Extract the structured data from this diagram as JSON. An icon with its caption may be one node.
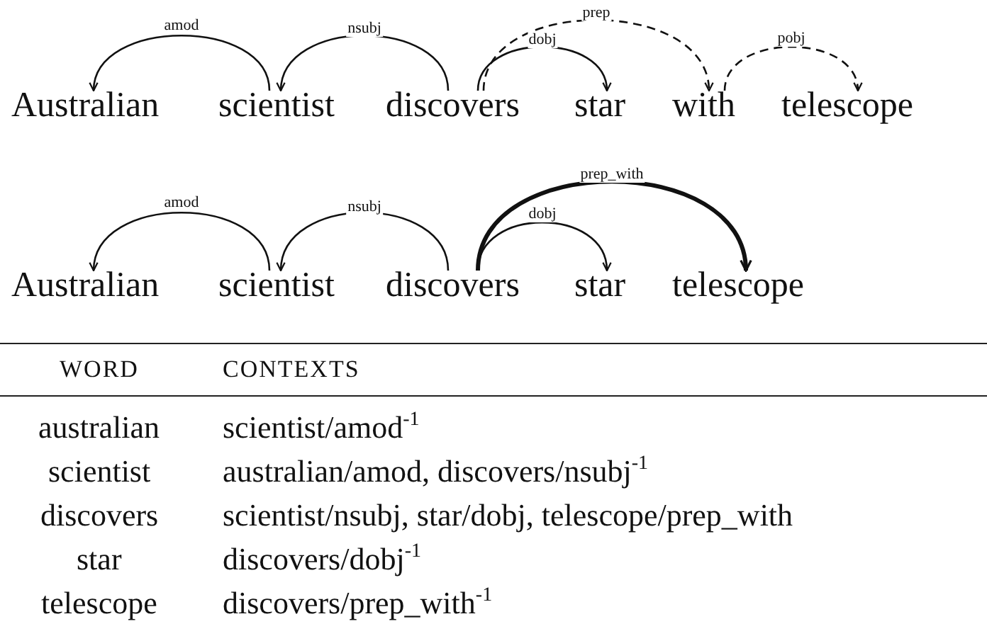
{
  "diagram": {
    "nodes": [
      {
        "text": [
          "Australian"
        ]
      },
      {
        "text": [
          "scientist"
        ]
      },
      {
        "text": [
          "discovers"
        ]
      },
      {
        "text": [
          "star"
        ]
      },
      {
        "text": [
          "with"
        ]
      },
      {
        "text": [
          "telescope"
        ]
      },
      {
        "text": [
          "Australian"
        ]
      },
      {
        "text": [
          "scientist"
        ]
      },
      {
        "text": [
          "discovers"
        ]
      },
      {
        "text": [
          "star"
        ]
      },
      {
        "text": [
          "telescope"
        ]
      }
    ],
    "edges": [
      {
        "from": 1,
        "to": 0,
        "arrow": "to",
        "label": "amod"
      },
      {
        "from": 2,
        "to": 1,
        "arrow": "to",
        "label": "nsubj"
      },
      {
        "from": 2,
        "to": 3,
        "arrow": "to",
        "label": "dobj"
      },
      {
        "from": 2,
        "to": 4,
        "arrow": "to",
        "label": "prep",
        "style": "dashed"
      },
      {
        "from": 4,
        "to": 5,
        "arrow": "to",
        "label": "pobj",
        "style": "dashed"
      },
      {
        "from": 7,
        "to": 6,
        "arrow": "to",
        "label": "amod"
      },
      {
        "from": 8,
        "to": 7,
        "arrow": "to",
        "label": "nsubj"
      },
      {
        "from": 8,
        "to": 9,
        "arrow": "to",
        "label": "dobj"
      },
      {
        "from": 8,
        "to": 10,
        "arrow": "to",
        "label": "prep_with",
        "style": "thick"
      }
    ],
    "labels": [
      "WORD",
      "CONTEXTS",
      "australian",
      "scientist/amod$^{-1}$",
      "scientist",
      "australian/amod, discovers/nsubj$^{-1}$",
      "discovers",
      "scientist/nsubj, star/dobj, telescope/prep_with",
      "star",
      "discovers/dobj$^{-1}$",
      "telescope",
      "discovers/prep_with$^{-1}$"
    ]
  }
}
